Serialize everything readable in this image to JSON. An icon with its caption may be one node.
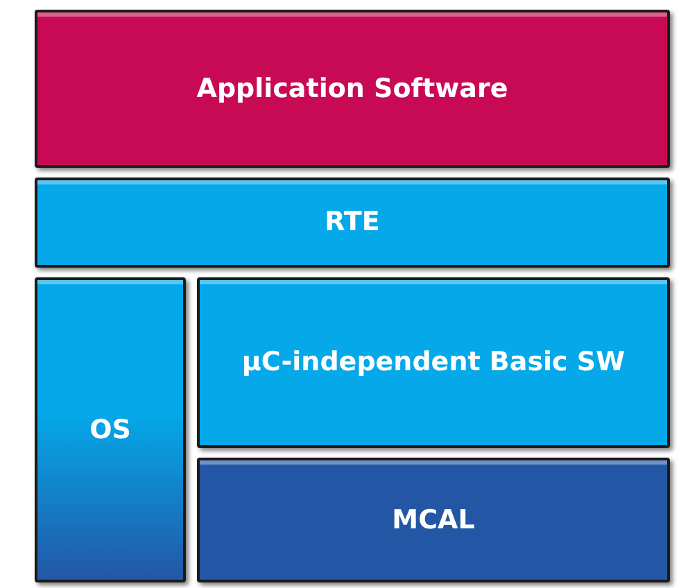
{
  "diagram": {
    "nodes": [
      {
        "text": [
          "Application Software"
        ]
      },
      {
        "text": [
          "RTE"
        ]
      },
      {
        "text": [
          "OS"
        ]
      },
      {
        "text": [
          "µC-independent Basic SW"
        ]
      },
      {
        "text": [
          "MCAL"
        ]
      }
    ]
  }
}
